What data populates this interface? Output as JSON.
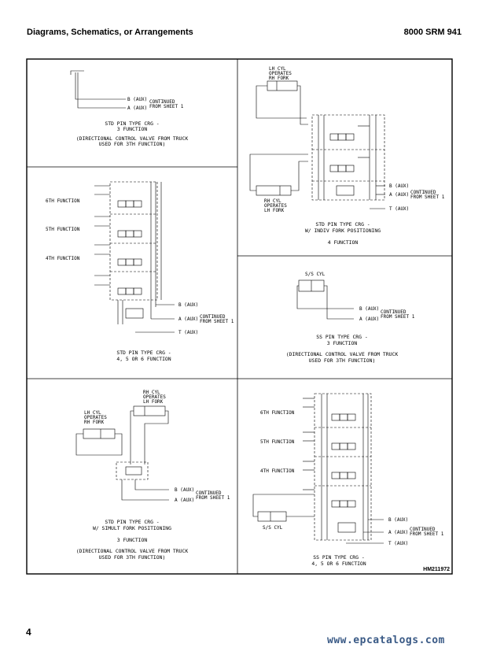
{
  "header": {
    "title": "Diagrams, Schematics, or Arrangements",
    "doc_id": "8000 SRM 941"
  },
  "page_number": "4",
  "watermark": "www.epcatalogs.com",
  "figure_id": "HM211972",
  "common": {
    "b_aux": "B (AUX)",
    "a_aux": "A (AUX)",
    "t_aux": "T (AUX)",
    "continued_1": "CONTINUED",
    "continued_2": "FROM SHEET 1",
    "from_truck_1": "(DIRECTIONAL CONTROL VALVE FROM TRUCK",
    "from_truck_2": "USED FOR 3TH FUNCTION)",
    "f6": "6TH FUNCTION",
    "f5": "5TH FUNCTION",
    "f4": "4TH FUNCTION"
  },
  "panels": {
    "p1": {
      "cap1": "STD PIN TYPE CRG -",
      "cap2": "3 FUNCTION"
    },
    "p2": {
      "cyl_top_1": "LH CYL",
      "cyl_top_2": "OPERATES",
      "cyl_top_3": "RH FORK",
      "cyl_bot_1": "RH CYL",
      "cyl_bot_2": "OPERATES",
      "cyl_bot_3": "LH FORK",
      "cap1": "STD PIN TYPE CRG -",
      "cap2": "W/ INDIV FORK POSITIONING",
      "cap3": "4 FUNCTION"
    },
    "p3": {
      "cap1": "STD PIN TYPE CRG -",
      "cap2": "4, 5 OR 6 FUNCTION"
    },
    "p4": {
      "cyl": "S/S CYL",
      "cap1": "SS PIN TYPE CRG -",
      "cap2": "3 FUNCTION"
    },
    "p5": {
      "cyl_top_1": "RH CYL",
      "cyl_top_2": "OPERATES",
      "cyl_top_3": "LH FORK",
      "cyl_left_1": "LH CYL",
      "cyl_left_2": "OPERATES",
      "cyl_left_3": "RH FORK",
      "cap1": "STD PIN TYPE CRG -",
      "cap2": "W/ SIMULT FORK POSITIONING",
      "cap3": "3 FUNCTION"
    },
    "p6": {
      "cyl": "S/S CYL",
      "cap1": "SS PIN TYPE CRG -",
      "cap2": "4, 5 OR 6 FUNCTION"
    }
  }
}
